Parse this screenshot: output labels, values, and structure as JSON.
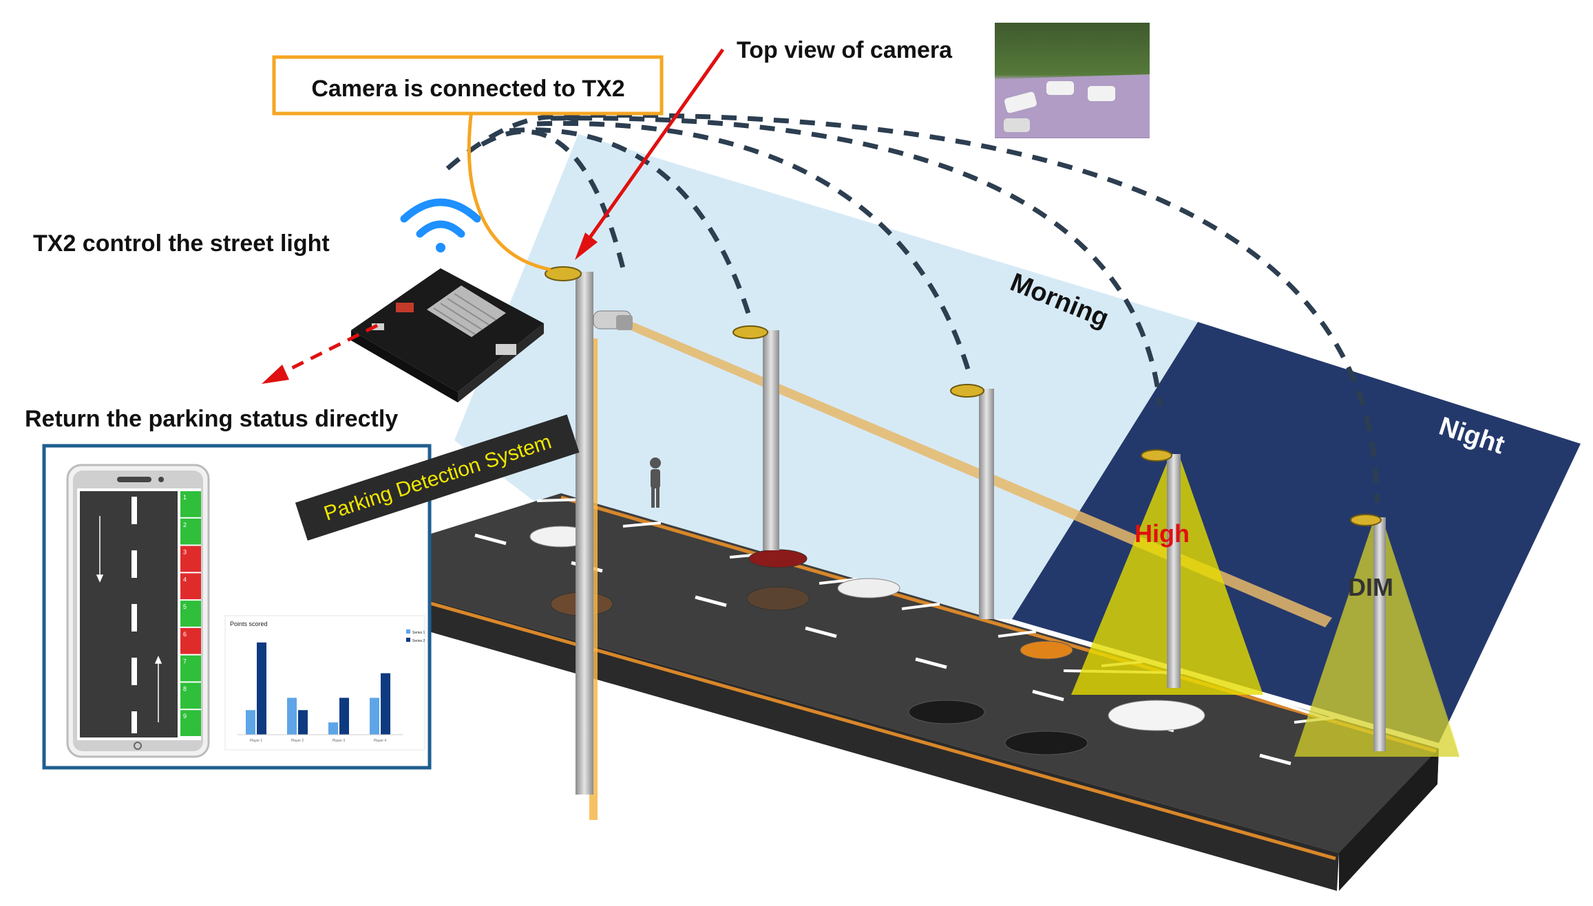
{
  "labels": {
    "camera_connected": "Camera is connected to TX2",
    "top_view": "Top view of camera",
    "tx2_control": "TX2 control the street light",
    "return_status": "Return the parking status directly",
    "parking_system": "Parking Detection System",
    "morning": "Morning",
    "night": "Night",
    "high": "High",
    "dim": "DIM"
  },
  "phone": {
    "slots": [
      {
        "num": "1",
        "status": "free"
      },
      {
        "num": "2",
        "status": "free"
      },
      {
        "num": "3",
        "status": "occupied"
      },
      {
        "num": "4",
        "status": "occupied"
      },
      {
        "num": "5",
        "status": "free"
      },
      {
        "num": "6",
        "status": "occupied"
      },
      {
        "num": "7",
        "status": "free"
      },
      {
        "num": "8",
        "status": "free"
      },
      {
        "num": "9",
        "status": "free"
      }
    ]
  },
  "mini_chart": {
    "title": "Points scored",
    "categories": [
      "Player 1",
      "Player 2",
      "Player 3",
      "Player 4"
    ],
    "series": [
      {
        "name": "Series 1",
        "values": [
          4,
          6,
          2,
          6
        ]
      },
      {
        "name": "Series 2",
        "values": [
          15,
          4,
          6,
          10
        ]
      }
    ],
    "ymax": 16
  },
  "colors": {
    "morning_panel": "#d6eaf6",
    "night_panel": "#24396b",
    "light_beam": "#e6dc00",
    "slot_free": "#2fbf3a",
    "slot_occupied": "#e02b2b",
    "high_text": "#e01010",
    "wire": "#f5a623",
    "arrow": "#e01010",
    "arc": "#2c3e50",
    "wifi": "#1e90ff"
  }
}
